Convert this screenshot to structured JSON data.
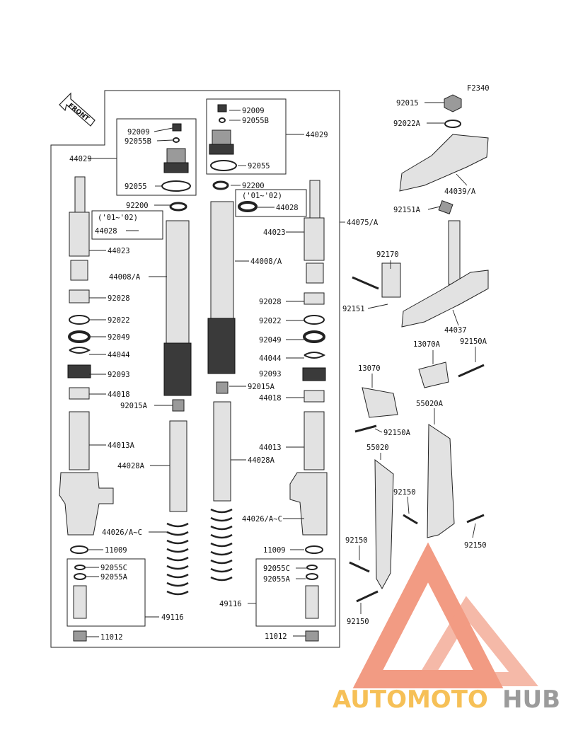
{
  "diagram": {
    "code": "F2340",
    "front_label": "FRONT",
    "labels": {
      "l92015": "92015",
      "l92022A": "92022A",
      "l44039A": "44039/A",
      "l92151A": "92151A",
      "l92170": "92170",
      "l92151": "92151",
      "l44037": "44037",
      "l13070A": "13070A",
      "l92150A_top": "92150A",
      "l13070": "13070",
      "l92150A_mid": "92150A",
      "l55020A": "55020A",
      "l55020": "55020",
      "l92150_r1": "92150",
      "l92150_r2": "92150",
      "l92150_r3": "92150",
      "l92150_r4": "92150",
      "l44075A": "44075/A",
      "l44029_left": "44029",
      "l44029_right": "44029",
      "l92009_left": "92009",
      "l92055B_left": "92055B",
      "l92055_left": "92055",
      "l92009_right": "92009",
      "l92055B_right": "92055B",
      "l92055_right": "92055",
      "l92200_left": "92200",
      "l92200_right": "92200",
      "l0102_left": "('01~'02)",
      "l0102_right": "('01~'02)",
      "l44028_left": "44028",
      "l44028_right": "44028",
      "l44023_left": "44023",
      "l44023_right": "44023",
      "l44008A_left": "44008/A",
      "l44008A_right": "44008/A",
      "l92028_left": "92028",
      "l92028_right": "92028",
      "l92022_left": "92022",
      "l92022_right": "92022",
      "l92049_left": "92049",
      "l92049_right": "92049",
      "l44044_left": "44044",
      "l44044_right": "44044",
      "l92093_left": "92093",
      "l92093_right": "92093",
      "l44018_left": "44018",
      "l44018_right": "44018",
      "l92015A_left": "92015A",
      "l92015A_right": "92015A",
      "l44013A": "44013A",
      "l44013": "44013",
      "l44028A_left": "44028A",
      "l44028A_right": "44028A",
      "l44026AC_left": "44026/A~C",
      "l44026AC_right": "44026/A~C",
      "l11009_left": "11009",
      "l11009_right": "11009",
      "l92055C_left": "92055C",
      "l92055A_left": "92055A",
      "l92055C_right": "92055C",
      "l92055A_right": "92055A",
      "l49116_left": "49116",
      "l49116_right": "49116",
      "l11012_left": "11012",
      "l11012_right": "11012"
    }
  },
  "watermark": {
    "brand_part1": "AUTOMOTO",
    "brand_part2": "HUB",
    "color_primary": "#f08a6e",
    "color_secondary": "#f5b63a",
    "color_tertiary": "#8a8a8a"
  }
}
